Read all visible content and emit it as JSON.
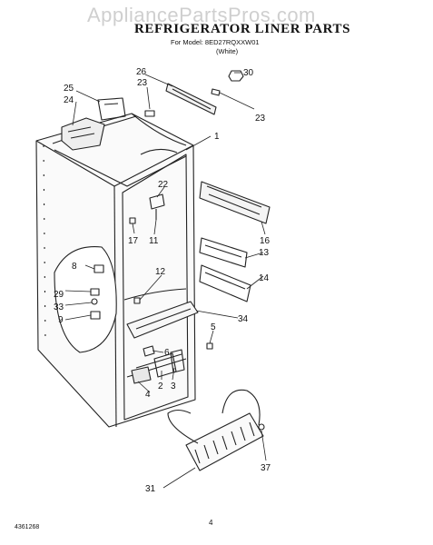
{
  "watermark": "AppliancePartsPros.com",
  "title": "REFRIGERATOR LINER PARTS",
  "model_line": "For Model: 8ED27RQXXW01",
  "color_line": "(White)",
  "footer": {
    "doc_number": "4361268",
    "page_number": "4"
  },
  "callouts": {
    "c26": "26",
    "c23a": "23",
    "c30": "30",
    "c25": "25",
    "c24": "24",
    "c23b": "23",
    "c1": "1",
    "c22": "22",
    "c17": "17",
    "c11": "11",
    "c16": "16",
    "c13": "13",
    "c8": "8",
    "c12": "12",
    "c14": "14",
    "c29": "29",
    "c33": "33",
    "c9": "9",
    "c34": "34",
    "c5": "5",
    "c6": "6",
    "c2": "2",
    "c3": "3",
    "c4": "4",
    "c37": "37",
    "c31": "31"
  }
}
